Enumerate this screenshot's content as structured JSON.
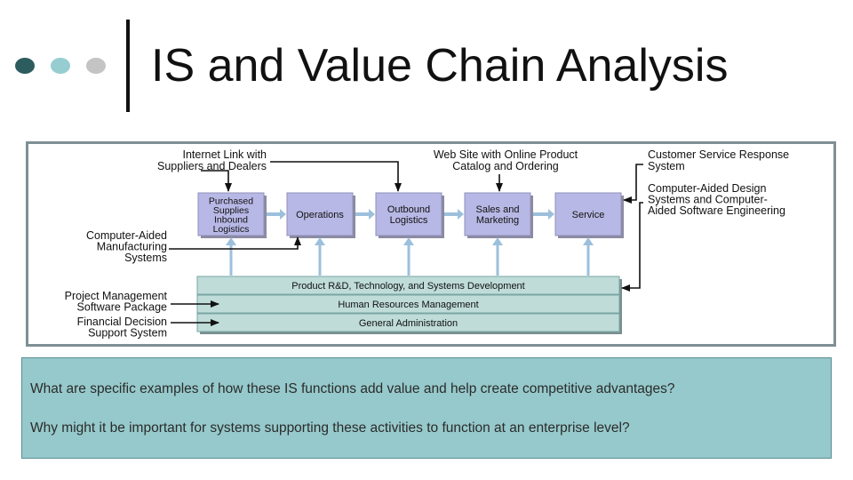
{
  "slide": {
    "title": "IS and Value Chain Analysis",
    "accent_dots": [
      "#2d5c5e",
      "#96cdd0",
      "#c4c4c4"
    ]
  },
  "diagram": {
    "primary_activities": [
      [
        "Purchased",
        "Supplies",
        "Inbound",
        "Logistics"
      ],
      [
        "Operations"
      ],
      [
        "Outbound",
        "Logistics"
      ],
      [
        "Sales and",
        "Marketing"
      ],
      [
        "Service"
      ]
    ],
    "support_activities": [
      "Product R&D, Technology, and Systems Development",
      "Human Resources Management",
      "General Administration"
    ],
    "systems": {
      "internet_link": [
        "Internet Link with",
        "Suppliers and Dealers"
      ],
      "web_site": [
        "Web Site with Online Product",
        "Catalog and Ordering"
      ],
      "customer_service": [
        "Customer Service Response",
        "System"
      ],
      "cad_case": [
        "Computer-Aided Design",
        "Systems and Computer-",
        "Aided Software Engineering"
      ],
      "cam": [
        "Computer-Aided",
        "Manufacturing",
        "Systems"
      ],
      "project_mgmt": [
        "Project Management",
        "Software Package"
      ],
      "financial": [
        "Financial Decision",
        "Support System"
      ]
    },
    "colors": {
      "primary_fill": "#b8b8e6",
      "support_fill": "#bfdcd9",
      "arrow_blue": "#9cc0dc"
    }
  },
  "questions": [
    "What are specific examples of how these IS functions add value and help create competitive advantages?",
    "Why might it be important for systems supporting these activities to function at an enterprise level?"
  ]
}
